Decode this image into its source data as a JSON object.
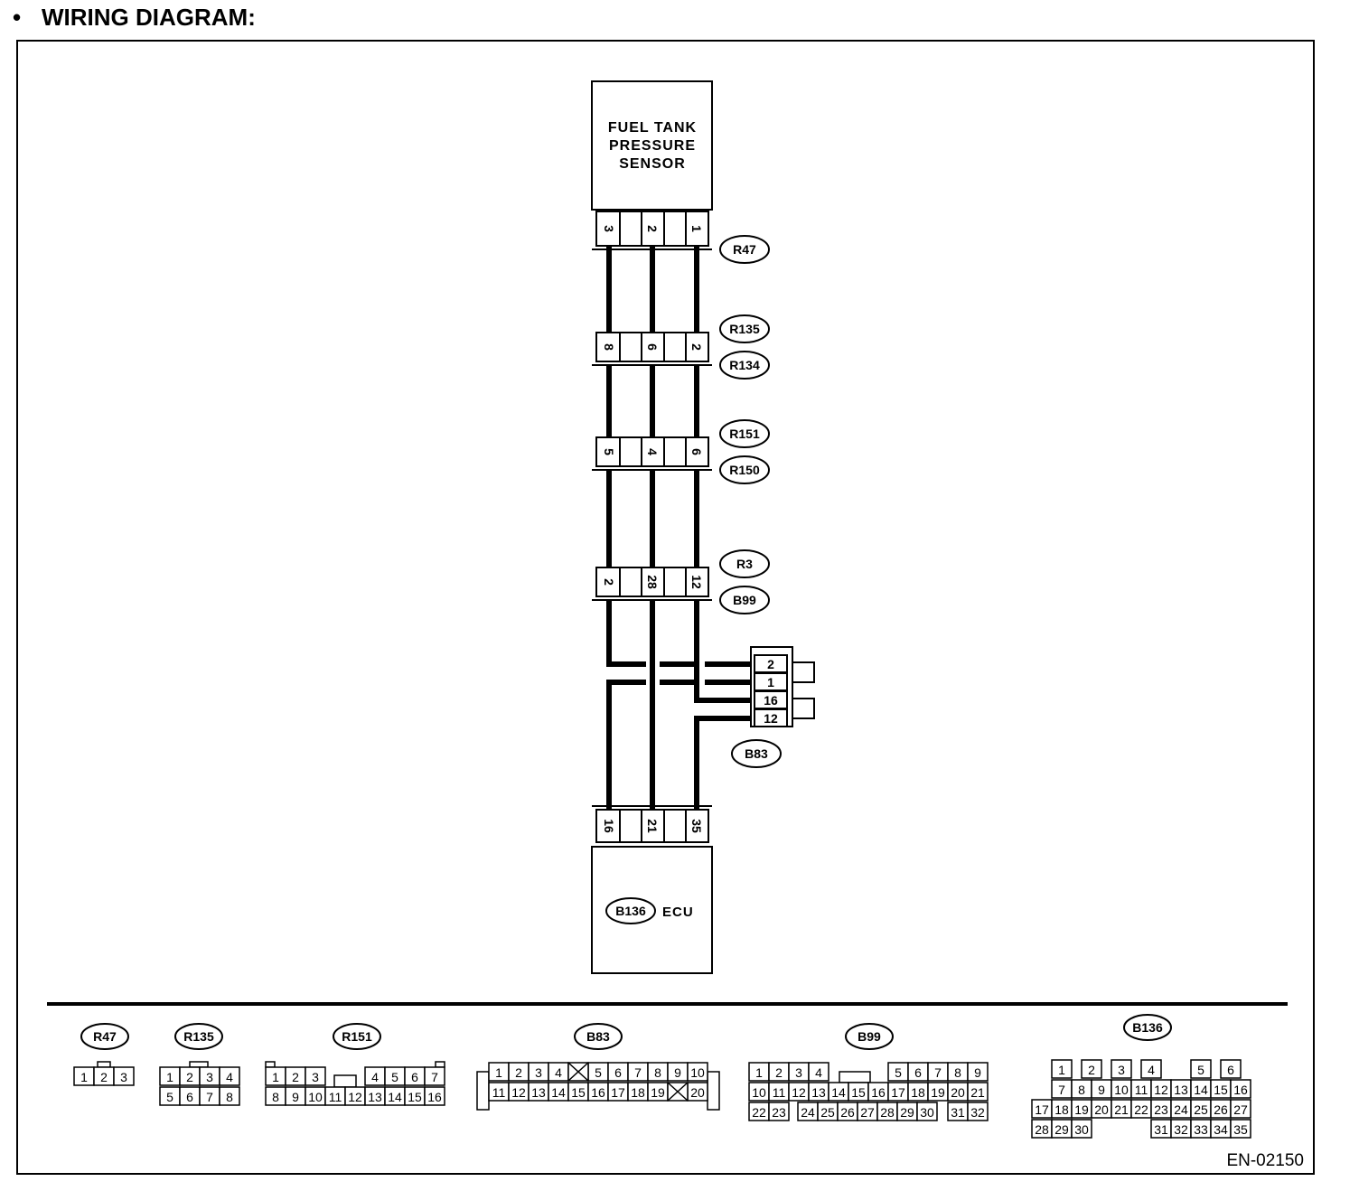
{
  "header": {
    "bullet": "•",
    "title": "WIRING DIAGRAM:"
  },
  "sensor": {
    "lines": [
      "FUEL TANK",
      "PRESSURE",
      "SENSOR"
    ]
  },
  "ecu": {
    "connector": "B136",
    "label": "ECU"
  },
  "connectors": [
    {
      "labels": [
        "R47"
      ],
      "pins": [
        "3",
        "2",
        "1"
      ]
    },
    {
      "labels": [
        "R135",
        "R134"
      ],
      "pins": [
        "8",
        "6",
        "2"
      ]
    },
    {
      "labels": [
        "R151",
        "R150"
      ],
      "pins": [
        "5",
        "4",
        "6"
      ]
    },
    {
      "labels": [
        "R3",
        "B99"
      ],
      "pins": [
        "2",
        "28",
        "12"
      ]
    }
  ],
  "ecu_pins": [
    "16",
    "21",
    "35"
  ],
  "b83_junction": {
    "label": "B83",
    "pins": [
      "2",
      "1",
      "16",
      "12"
    ]
  },
  "faces": {
    "r47": {
      "label": "R47",
      "rows": [
        [
          "1",
          "2",
          "3"
        ]
      ]
    },
    "r135": {
      "label": "R135",
      "rows": [
        [
          "1",
          "2",
          "3",
          "4"
        ],
        [
          "5",
          "6",
          "7",
          "8"
        ]
      ]
    },
    "r151": {
      "label": "R151",
      "rows": [
        [
          "1",
          "2",
          "3",
          "4",
          "5",
          "6",
          "7"
        ],
        [
          "8",
          "9",
          "10",
          "11",
          "12",
          "13",
          "14",
          "15",
          "16"
        ]
      ]
    },
    "b83": {
      "label": "B83",
      "rows": [
        [
          "1",
          "2",
          "3",
          "4",
          "5",
          "6",
          "7",
          "8",
          "9",
          "10"
        ],
        [
          "11",
          "12",
          "13",
          "14",
          "15",
          "16",
          "17",
          "18",
          "19",
          "20"
        ]
      ]
    },
    "b99": {
      "label": "B99",
      "rows": [
        [
          "1",
          "2",
          "3",
          "4",
          "5",
          "6",
          "7",
          "8",
          "9"
        ],
        [
          "10",
          "11",
          "12",
          "13",
          "14",
          "15",
          "16",
          "17",
          "18",
          "19",
          "20",
          "21"
        ],
        [
          "22",
          "23",
          "24",
          "25",
          "26",
          "27",
          "28",
          "29",
          "30",
          "31",
          "32"
        ]
      ]
    },
    "b136": {
      "label": "B136",
      "rows": [
        [
          "1",
          "2",
          "3",
          "4",
          "5",
          "6"
        ],
        [
          "7",
          "8",
          "9",
          "10",
          "11",
          "12",
          "13",
          "14",
          "15",
          "16"
        ],
        [
          "17",
          "18",
          "19",
          "20",
          "21",
          "22",
          "23",
          "24",
          "25",
          "26",
          "27"
        ],
        [
          "28",
          "29",
          "30",
          "31",
          "32",
          "33",
          "34",
          "35"
        ]
      ]
    }
  },
  "footer_code": "EN-02150"
}
